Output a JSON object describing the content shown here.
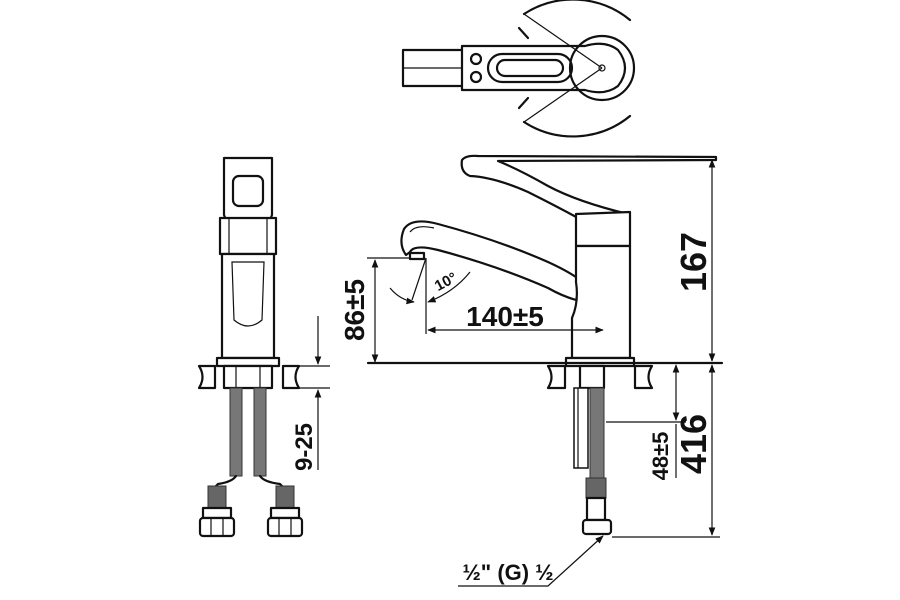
{
  "dimensions": {
    "overall_height": "167",
    "below_deck_length": "416",
    "spout_outlet_height": "86±5",
    "spout_reach": "140±5",
    "deck_thickness_range": "9-25",
    "thread_length": "48±5",
    "spout_angle": "10°",
    "connection_thread": "½\" (G) ½"
  },
  "views": [
    "top-view",
    "side-view",
    "front-view"
  ]
}
